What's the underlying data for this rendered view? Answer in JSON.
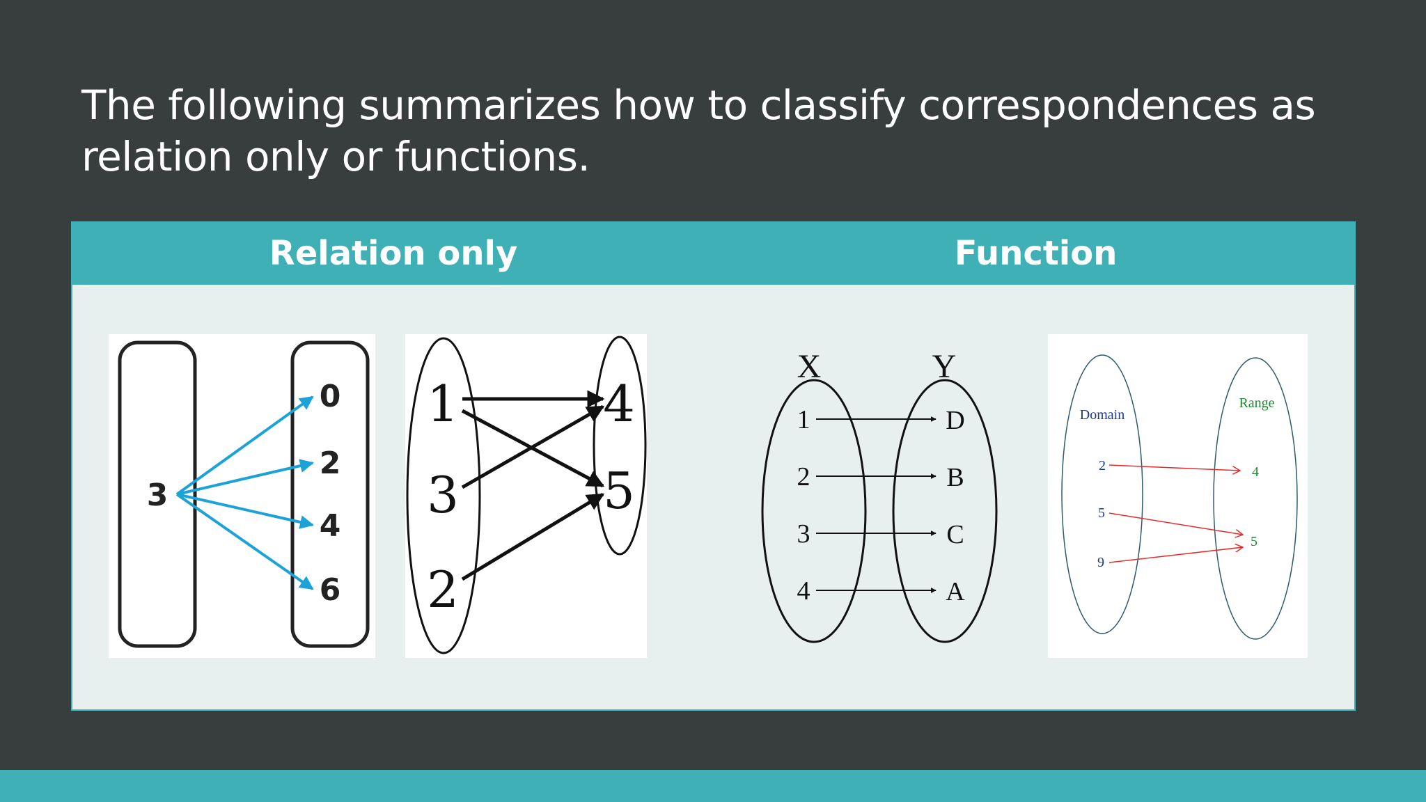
{
  "slide": {
    "title": "The following summarizes how to classify correspondences as relation only or functions."
  },
  "table": {
    "headers": [
      "Relation only",
      "Function"
    ]
  },
  "diagrams": {
    "relation_a": {
      "domain": [
        "3"
      ],
      "range": [
        "0",
        "2",
        "4",
        "6"
      ],
      "mappings": [
        [
          "3",
          "0"
        ],
        [
          "3",
          "2"
        ],
        [
          "3",
          "4"
        ],
        [
          "3",
          "6"
        ]
      ]
    },
    "relation_b": {
      "domain": [
        "1",
        "3",
        "2"
      ],
      "range": [
        "4",
        "5"
      ],
      "mappings": [
        [
          "1",
          "4"
        ],
        [
          "1",
          "5"
        ],
        [
          "3",
          "4"
        ],
        [
          "2",
          "5"
        ]
      ]
    },
    "function_a": {
      "domain_label": "X",
      "range_label": "Y",
      "domain": [
        "1",
        "2",
        "3",
        "4"
      ],
      "range": [
        "D",
        "B",
        "C",
        "A"
      ],
      "mappings": [
        [
          "1",
          "D"
        ],
        [
          "2",
          "B"
        ],
        [
          "3",
          "C"
        ],
        [
          "4",
          "A"
        ]
      ]
    },
    "function_b": {
      "domain_label": "Domain",
      "range_label": "Range",
      "domain": [
        "2",
        "5",
        "9"
      ],
      "range": [
        "4",
        "5"
      ],
      "mappings": [
        [
          "2",
          "4"
        ],
        [
          "5",
          "5"
        ],
        [
          "9",
          "5"
        ]
      ]
    }
  },
  "colors": {
    "background": "#383d3e",
    "accent": "#3fb0b5",
    "table_body": "#e7f0ef",
    "relation_a_arrow": "#1ba3d8",
    "function_b_arrow": "#e52b2b",
    "function_b_domain_text": "#1a3a8a",
    "function_b_range_text": "#1c8a2a",
    "function_b_oval": "#2d5a6e"
  }
}
